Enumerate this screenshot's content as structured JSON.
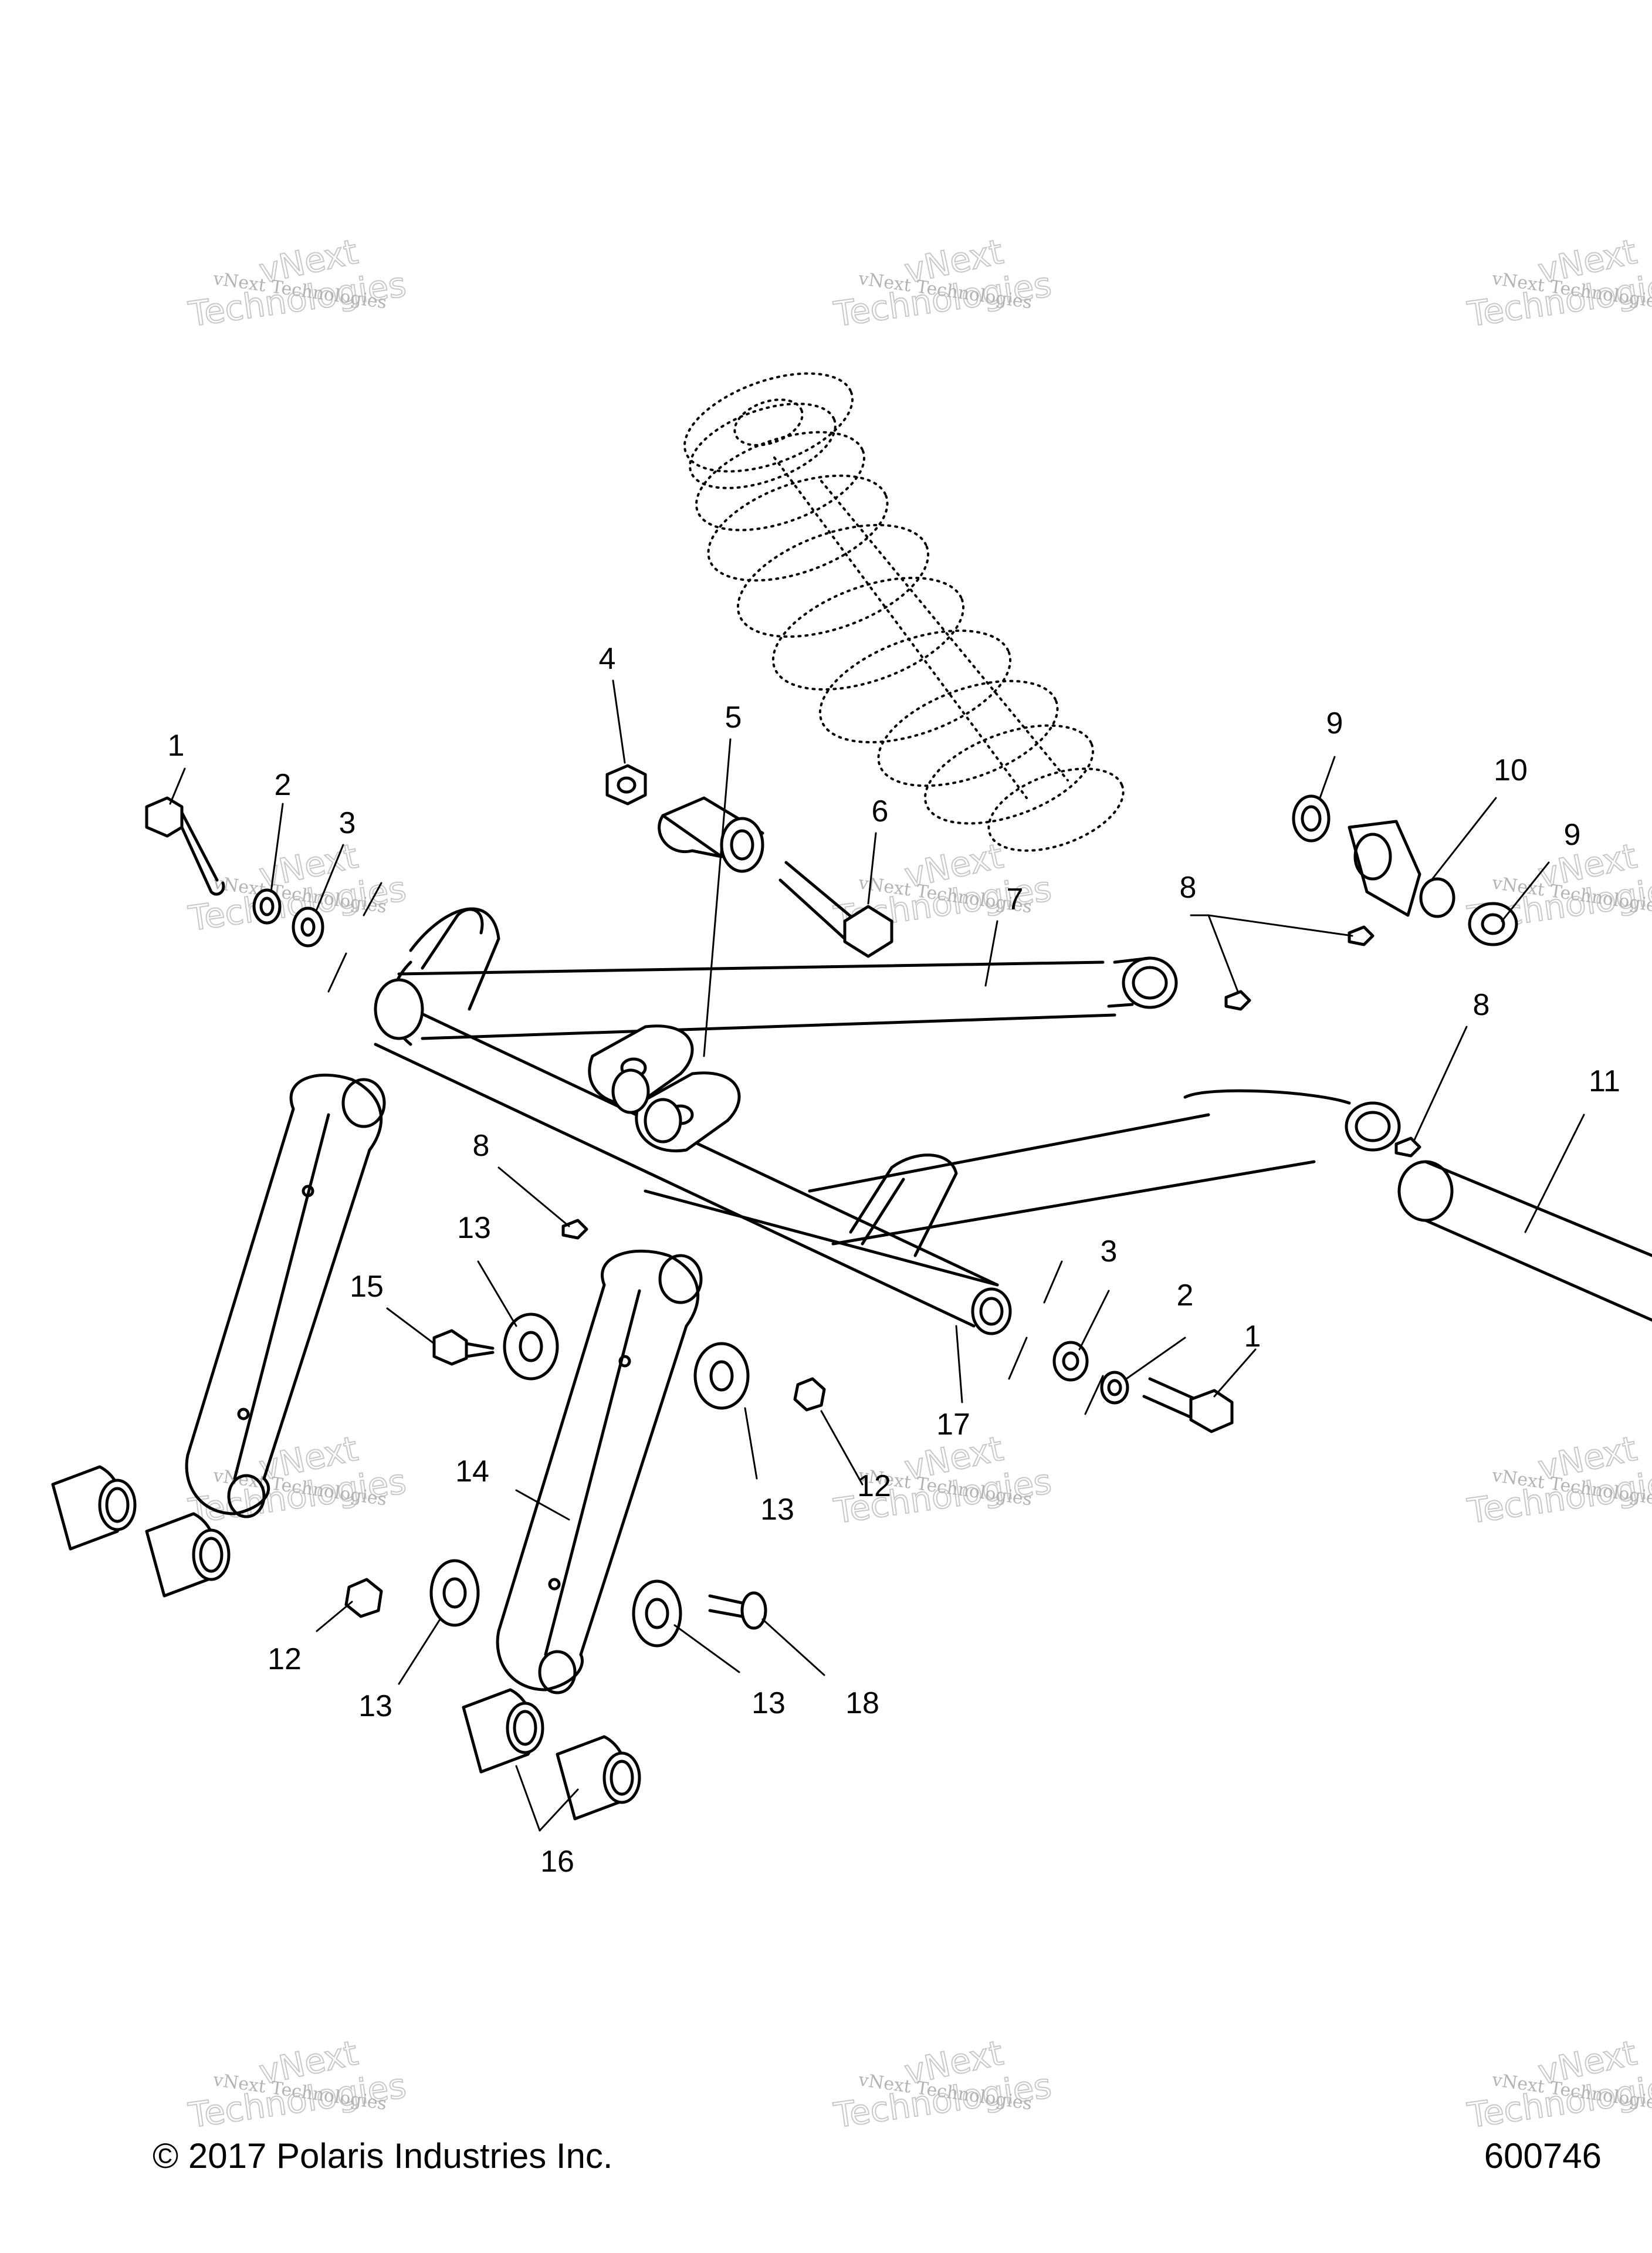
{
  "diagram": {
    "callouts": [
      {
        "id": "c1a",
        "text": "1"
      },
      {
        "id": "c2a",
        "text": "2"
      },
      {
        "id": "c3a",
        "text": "3"
      },
      {
        "id": "c4",
        "text": "4"
      },
      {
        "id": "c5",
        "text": "5"
      },
      {
        "id": "c6",
        "text": "6"
      },
      {
        "id": "c7",
        "text": "7"
      },
      {
        "id": "c8a",
        "text": "8"
      },
      {
        "id": "c8b",
        "text": "8"
      },
      {
        "id": "c8c",
        "text": "8"
      },
      {
        "id": "c9a",
        "text": "9"
      },
      {
        "id": "c9b",
        "text": "9"
      },
      {
        "id": "c10",
        "text": "10"
      },
      {
        "id": "c11",
        "text": "11"
      },
      {
        "id": "c12a",
        "text": "12"
      },
      {
        "id": "c12b",
        "text": "12"
      },
      {
        "id": "c13a",
        "text": "13"
      },
      {
        "id": "c13b",
        "text": "13"
      },
      {
        "id": "c13c",
        "text": "13"
      },
      {
        "id": "c13d",
        "text": "13"
      },
      {
        "id": "c14",
        "text": "14"
      },
      {
        "id": "c15",
        "text": "15"
      },
      {
        "id": "c16",
        "text": "16"
      },
      {
        "id": "c17",
        "text": "17"
      },
      {
        "id": "c18",
        "text": "18"
      },
      {
        "id": "c3b",
        "text": "3"
      },
      {
        "id": "c2b",
        "text": "2"
      },
      {
        "id": "c1b",
        "text": "1"
      }
    ]
  },
  "watermark": {
    "line1": "vNext Technologies",
    "big1": "vNext",
    "big2": "Technologies"
  },
  "footer": {
    "copyright": "© 2017 Polaris Industries Inc.",
    "figure_number": "600746"
  }
}
